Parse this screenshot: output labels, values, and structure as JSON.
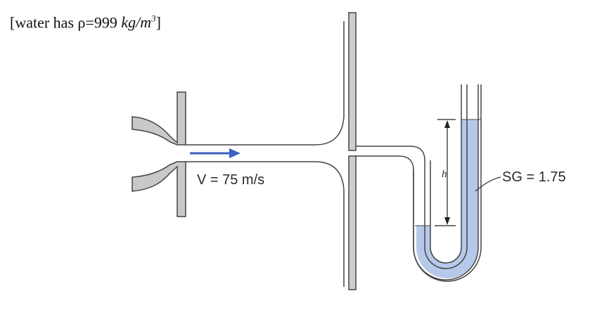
{
  "caption": {
    "prefix": "[water has ρ=999 ",
    "unit_base": "kg/m",
    "unit_exp": "3",
    "suffix": "]"
  },
  "labels": {
    "velocity": "V = 75 m/s",
    "height": "h",
    "specific_gravity": "SG = 1.75"
  },
  "colors": {
    "flow_arrow": "#3b5fc0",
    "manometer_fluid": "#b7c9ea",
    "nozzle_fill": "#c9c9c9",
    "plate_fill": "#cfcfcf",
    "outline": "#444444"
  }
}
